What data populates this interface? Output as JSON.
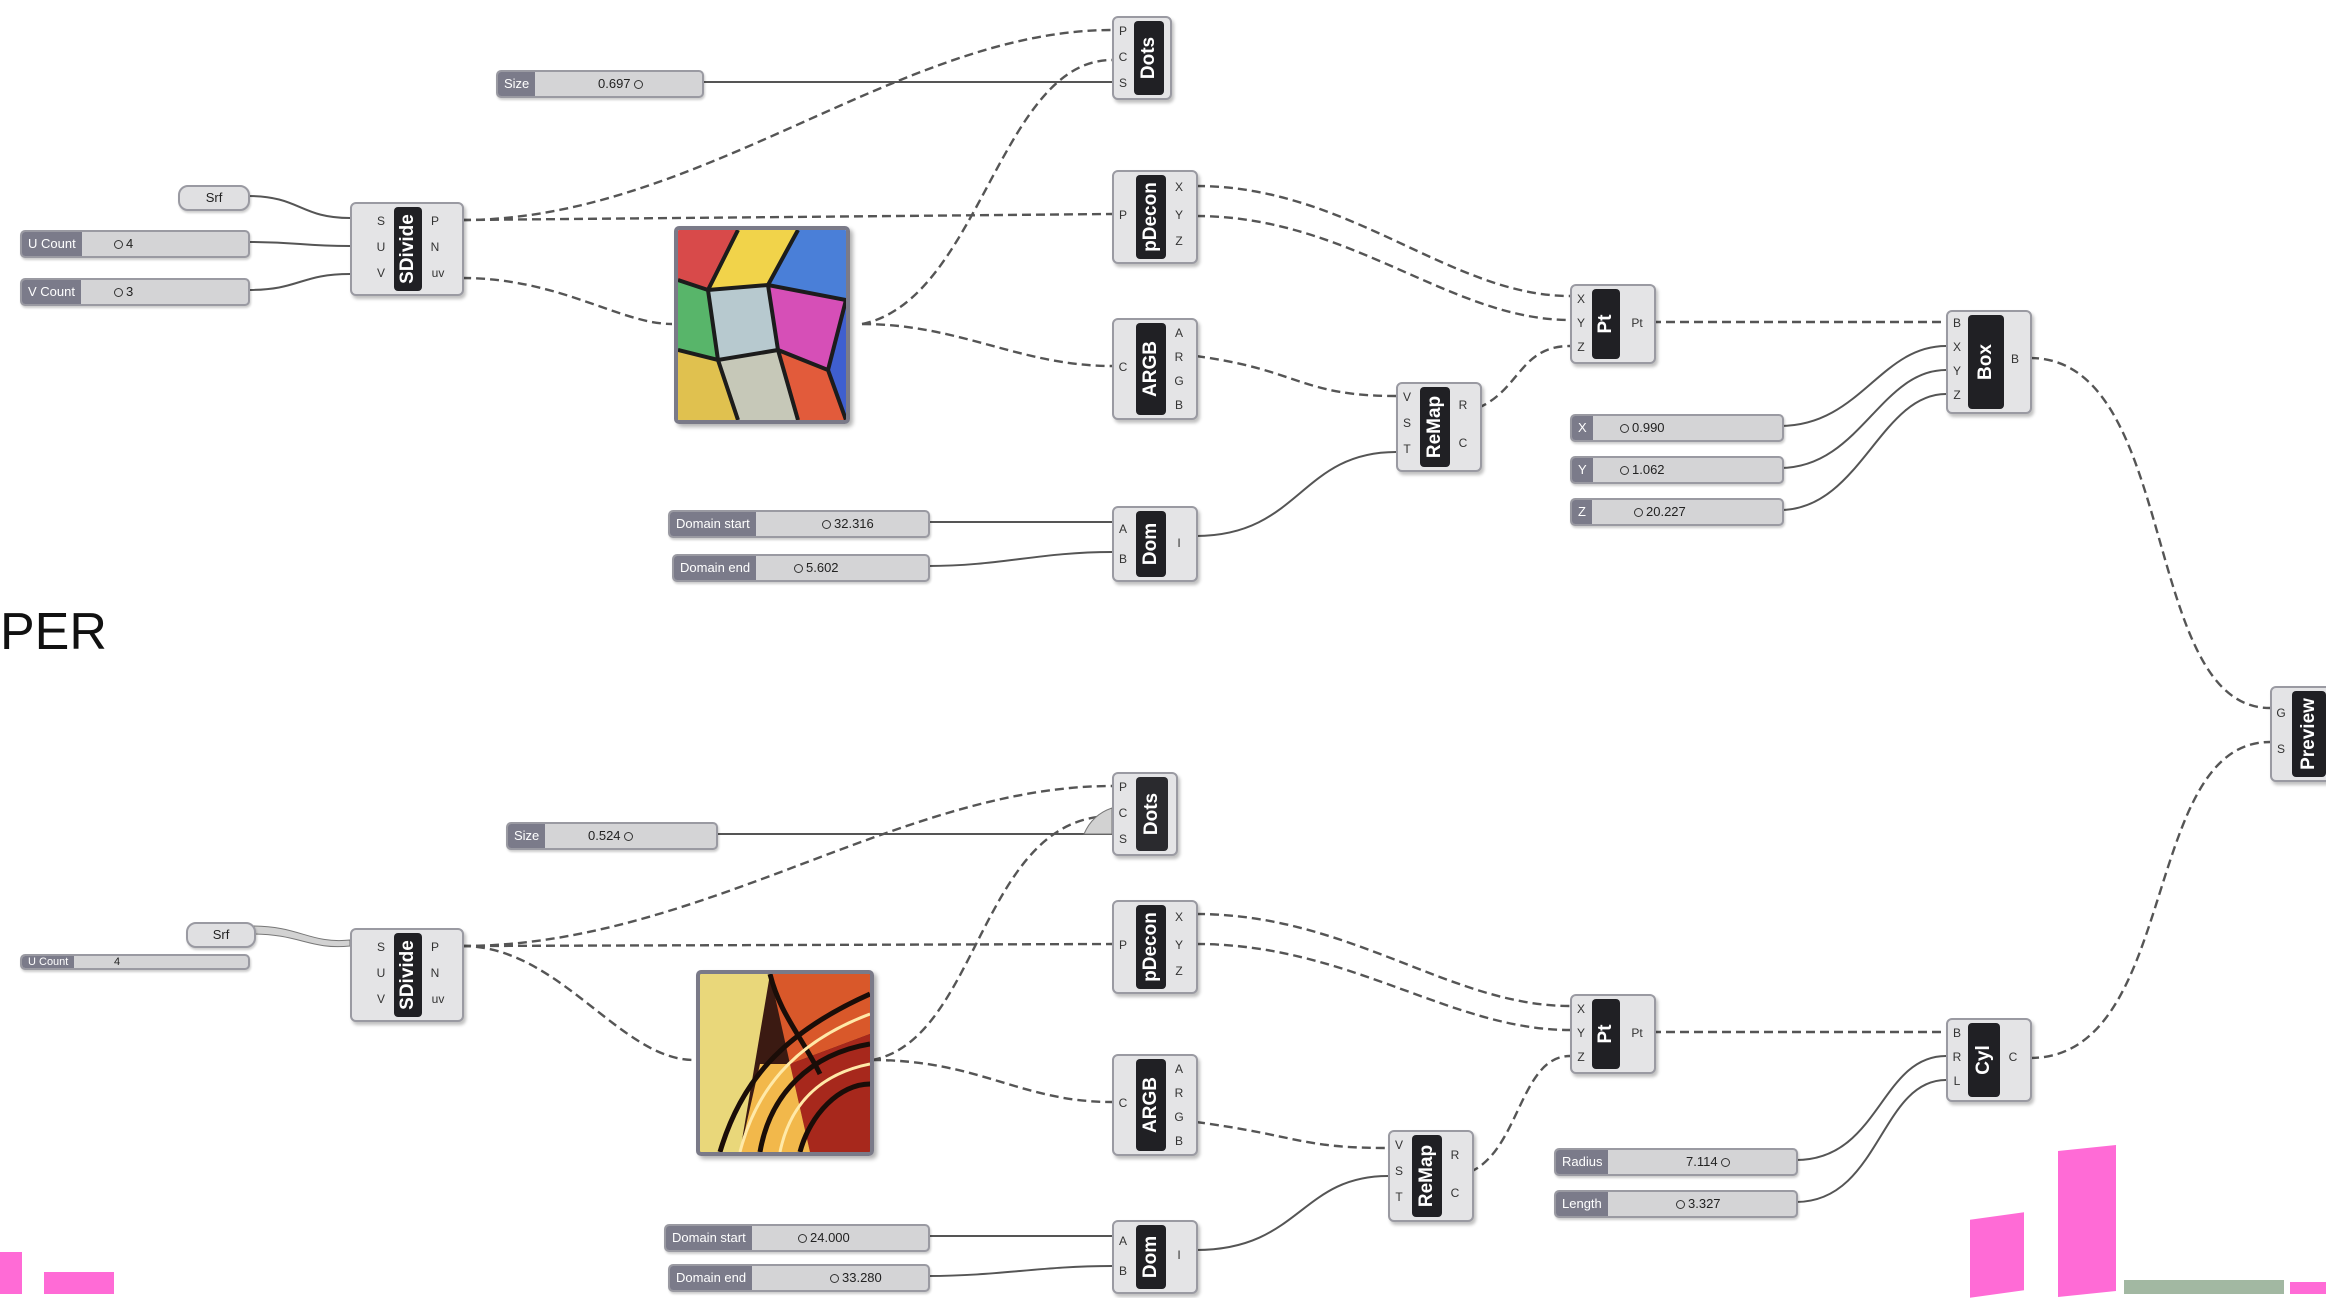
{
  "side_text": "PER",
  "top": {
    "size_slider": {
      "label": "Size",
      "value": "0.697"
    },
    "srf_param": "Srf",
    "u_count": {
      "label": "U Count",
      "value": "4"
    },
    "v_count": {
      "label": "V Count",
      "value": "3"
    },
    "sdivide": {
      "name": "SDivide",
      "inputs": [
        "S",
        "U",
        "V"
      ],
      "outputs": [
        "P",
        "N",
        "uv"
      ]
    },
    "dots": {
      "name": "Dots",
      "inputs": [
        "P",
        "C",
        "S"
      ]
    },
    "pdecon": {
      "name": "pDecon",
      "inputs": [
        "P"
      ],
      "outputs": [
        "X",
        "Y",
        "Z"
      ]
    },
    "argb": {
      "name": "ARGB",
      "inputs": [
        "C"
      ],
      "outputs": [
        "A",
        "R",
        "G",
        "B"
      ]
    },
    "remap": {
      "name": "ReMap",
      "inputs": [
        "V",
        "S",
        "T"
      ],
      "outputs": [
        "R",
        "C"
      ]
    },
    "dom": {
      "name": "Dom",
      "inputs": [
        "A",
        "B"
      ],
      "outputs": [
        "I"
      ]
    },
    "domain_start": {
      "label": "Domain start",
      "value": "32.316"
    },
    "domain_end": {
      "label": "Domain end",
      "value": "5.602"
    },
    "pt": {
      "name": "Pt",
      "inputs": [
        "X",
        "Y",
        "Z"
      ],
      "outputs": [
        "Pt"
      ]
    },
    "box": {
      "name": "Box",
      "inputs": [
        "B",
        "X",
        "Y",
        "Z"
      ],
      "outputs": [
        "B"
      ]
    },
    "x_slider": {
      "label": "X",
      "value": "0.990"
    },
    "y_slider": {
      "label": "Y",
      "value": "1.062"
    },
    "z_slider": {
      "label": "Z",
      "value": "20.227"
    }
  },
  "bottom": {
    "size_slider": {
      "label": "Size",
      "value": "0.524"
    },
    "srf_param": "Srf",
    "u_count": {
      "label": "U Count",
      "value": "4"
    },
    "sdivide": {
      "name": "SDivide",
      "inputs": [
        "S",
        "U",
        "V"
      ],
      "outputs": [
        "P",
        "N",
        "uv"
      ]
    },
    "dots": {
      "name": "Dots",
      "inputs": [
        "P",
        "C",
        "S"
      ]
    },
    "pdecon": {
      "name": "pDecon",
      "inputs": [
        "P"
      ],
      "outputs": [
        "X",
        "Y",
        "Z"
      ]
    },
    "argb": {
      "name": "ARGB",
      "inputs": [
        "C"
      ],
      "outputs": [
        "A",
        "R",
        "G",
        "B"
      ]
    },
    "remap": {
      "name": "ReMap",
      "inputs": [
        "V",
        "S",
        "T"
      ],
      "outputs": [
        "R",
        "C"
      ]
    },
    "dom": {
      "name": "Dom",
      "inputs": [
        "A",
        "B"
      ],
      "outputs": [
        "I"
      ]
    },
    "domain_start": {
      "label": "Domain start",
      "value": "24.000"
    },
    "domain_end": {
      "label": "Domain end",
      "value": "33.280"
    },
    "pt": {
      "name": "Pt",
      "inputs": [
        "X",
        "Y",
        "Z"
      ],
      "outputs": [
        "Pt"
      ]
    },
    "cyl": {
      "name": "Cyl",
      "inputs": [
        "B",
        "R",
        "L"
      ],
      "outputs": [
        "C"
      ]
    },
    "radius": {
      "label": "Radius",
      "value": "7.114"
    },
    "length": {
      "label": "Length",
      "value": "3.327"
    }
  },
  "preview": {
    "name": "Preview",
    "inputs": [
      "G",
      "S"
    ]
  },
  "colors": {
    "canvas": "#ffffff",
    "component": "#e4e4e6",
    "band": "#202024",
    "wire": "#555555",
    "pink": "#ff6bd6"
  }
}
